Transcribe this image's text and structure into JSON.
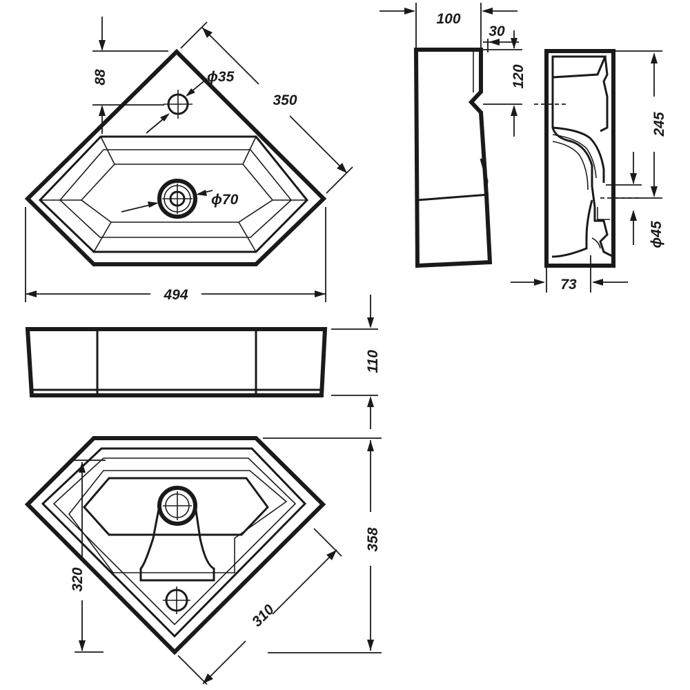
{
  "dimensions": {
    "top_view": {
      "width": "494",
      "diagonal_side": "350",
      "tap_hole_offset": "88",
      "tap_hole_diameter": "ϕ35",
      "drain_diameter": "ϕ70"
    },
    "front_view": {
      "height": "110"
    },
    "bottom_view": {
      "depth": "358",
      "inner_depth": "320",
      "side": "310"
    },
    "side_view_left": {
      "width": "100",
      "rim": "30",
      "notch_height": "120"
    },
    "side_view_right": {
      "height": "245",
      "drain_outlet": "ϕ45",
      "outlet_width": "73"
    }
  }
}
